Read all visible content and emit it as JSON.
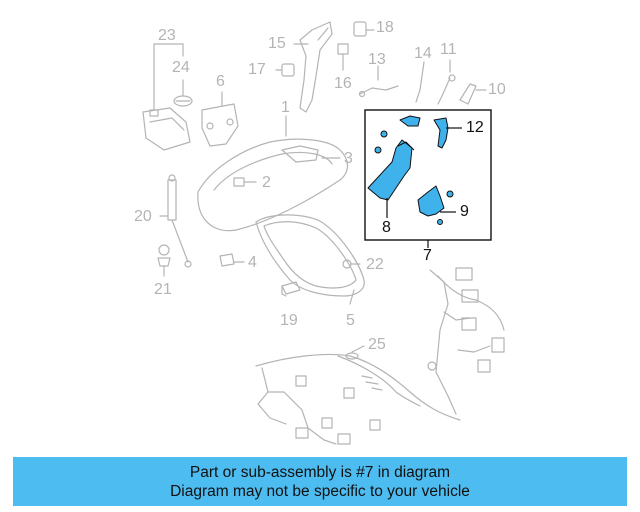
{
  "callouts": {
    "c1": "1",
    "c2": "2",
    "c3": "3",
    "c4": "4",
    "c5": "5",
    "c6": "6",
    "c7": "7",
    "c8": "8",
    "c9": "9",
    "c10": "10",
    "c11": "11",
    "c12": "12",
    "c13": "13",
    "c14": "14",
    "c15": "15",
    "c16": "16",
    "c17": "17",
    "c18": "18",
    "c19": "19",
    "c20": "20",
    "c21": "21",
    "c22": "22",
    "c23": "23",
    "c24": "24",
    "c25": "25"
  },
  "caption": {
    "line1": "Part or sub-assembly is #7 in diagram",
    "line2": "Diagram may not be specific to your vehicle"
  },
  "colors": {
    "highlight": "#4dbcf0",
    "part_outline": "#b4b4b4",
    "highlight_part": "#3fb2ec"
  }
}
